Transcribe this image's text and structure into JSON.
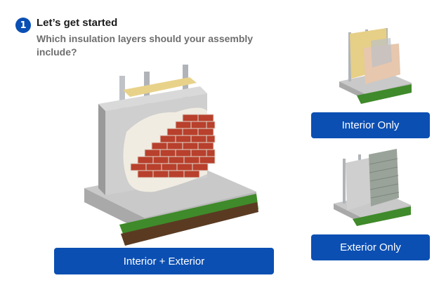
{
  "step": {
    "number": "1",
    "title": "Let’s get started"
  },
  "question": "Which insulation layers should your assembly include?",
  "options": {
    "interior_exterior": {
      "label": "Interior + Exterior"
    },
    "interior_only": {
      "label": "Interior Only"
    },
    "exterior_only": {
      "label": "Exterior Only"
    }
  },
  "colors": {
    "accent": "#0b4fb3",
    "text": "#1b1b1b",
    "muted": "#6e6e6e"
  }
}
